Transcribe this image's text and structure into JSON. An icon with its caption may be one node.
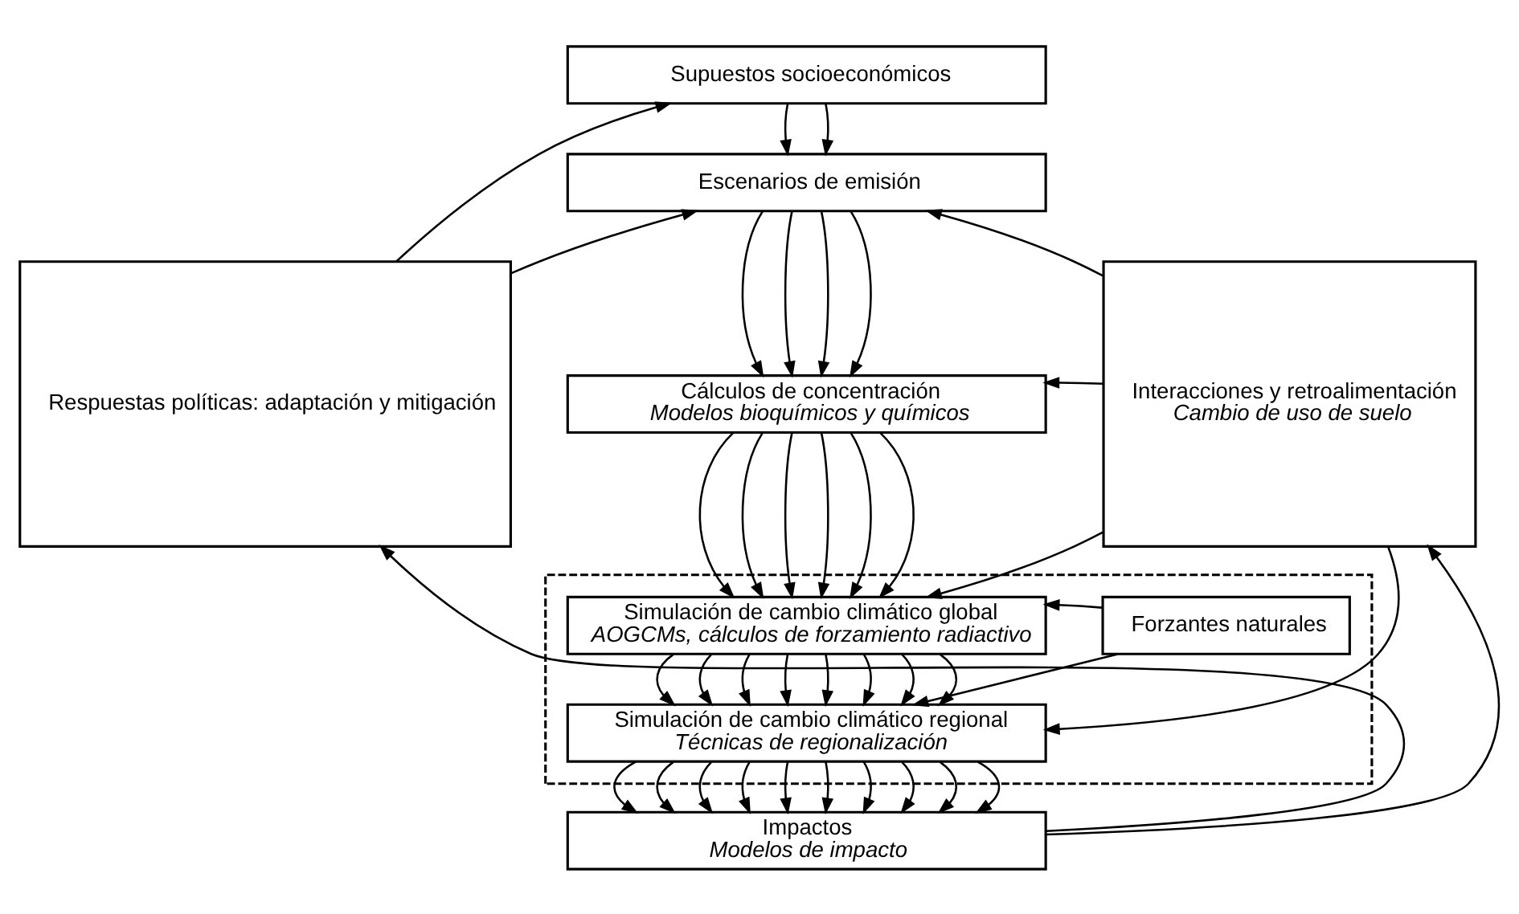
{
  "diagram": {
    "nodes": [
      {
        "text": [
          "Respuestas políticas: adaptación y mitigación"
        ]
      },
      {
        "text": [
          "Supuestos socioeconómicos"
        ]
      },
      {
        "text": [
          "Escenarios de emisión"
        ]
      },
      {
        "text": [
          "Cálculos de concentración",
          "Modelos bioquímicos y químicos"
        ]
      },
      {
        "text": [],
        "shape": "box"
      },
      {
        "text": [
          "Simulación de cambio climático global",
          "AOGCMs, cálculos de forzamiento radiactivo"
        ],
        "in": 4
      },
      {
        "text": [
          "Forzantes naturales"
        ],
        "in": 4
      },
      {
        "text": [
          "Simulación de cambio climático regional",
          "Técnicas de regionalización"
        ],
        "in": 4
      },
      {
        "text": [
          "Impactos",
          "Modelos de impacto"
        ]
      },
      {
        "text": [
          "Interacciones y retroalimentación",
          "Cambio de uso de suelo"
        ]
      }
    ],
    "edges": [
      {
        "from": 0,
        "to": 1,
        "arrow": "to"
      },
      {
        "from": 0,
        "to": 2,
        "arrow": "to"
      },
      {
        "from": 9,
        "to": 2,
        "arrow": "to"
      },
      {
        "from": 9,
        "to": 3,
        "arrow": "to"
      },
      {
        "from": 9,
        "to": 5,
        "arrow": "to"
      },
      {
        "from": 9,
        "to": 7,
        "arrow": "to"
      },
      {
        "from": 6,
        "to": 5,
        "arrow": "to"
      },
      {
        "from": 6,
        "to": 7,
        "arrow": "to"
      },
      {
        "from": 8,
        "to": 0,
        "arrow": "to"
      },
      {
        "from": 8,
        "to": 9,
        "arrow": "to"
      },
      {
        "from": 1,
        "to": 2,
        "arrow": "to"
      },
      {
        "from": 1,
        "to": 2,
        "arrow": "to"
      },
      {
        "from": 2,
        "to": 3,
        "arrow": "to"
      },
      {
        "from": 2,
        "to": 3,
        "arrow": "to"
      },
      {
        "from": 2,
        "to": 3,
        "arrow": "to"
      },
      {
        "from": 2,
        "to": 3,
        "arrow": "to"
      },
      {
        "from": 3,
        "to": 5,
        "arrow": "to"
      },
      {
        "from": 3,
        "to": 5,
        "arrow": "to"
      },
      {
        "from": 3,
        "to": 5,
        "arrow": "to"
      },
      {
        "from": 3,
        "to": 5,
        "arrow": "to"
      },
      {
        "from": 3,
        "to": 5,
        "arrow": "to"
      },
      {
        "from": 3,
        "to": 5,
        "arrow": "to"
      },
      {
        "from": 5,
        "to": 7,
        "arrow": "to"
      },
      {
        "from": 5,
        "to": 7,
        "arrow": "to"
      },
      {
        "from": 5,
        "to": 7,
        "arrow": "to"
      },
      {
        "from": 5,
        "to": 7,
        "arrow": "to"
      },
      {
        "from": 5,
        "to": 7,
        "arrow": "to"
      },
      {
        "from": 5,
        "to": 7,
        "arrow": "to"
      },
      {
        "from": 5,
        "to": 7,
        "arrow": "to"
      },
      {
        "from": 5,
        "to": 7,
        "arrow": "to"
      },
      {
        "from": 7,
        "to": 8,
        "arrow": "to"
      },
      {
        "from": 7,
        "to": 8,
        "arrow": "to"
      },
      {
        "from": 7,
        "to": 8,
        "arrow": "to"
      },
      {
        "from": 7,
        "to": 8,
        "arrow": "to"
      },
      {
        "from": 7,
        "to": 8,
        "arrow": "to"
      },
      {
        "from": 7,
        "to": 8,
        "arrow": "to"
      },
      {
        "from": 7,
        "to": 8,
        "arrow": "to"
      },
      {
        "from": 7,
        "to": 8,
        "arrow": "to"
      },
      {
        "from": 7,
        "to": 8,
        "arrow": "to"
      },
      {
        "from": 7,
        "to": 8,
        "arrow": "to"
      }
    ]
  }
}
